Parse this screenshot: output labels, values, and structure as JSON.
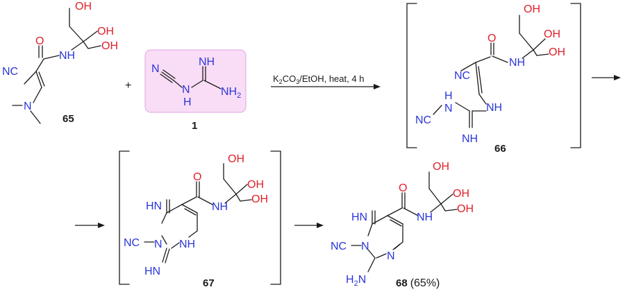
{
  "conditions": {
    "reagent": "K",
    "reagent_sub1": "2",
    "reagent_mid": "CO",
    "reagent_sub2": "3",
    "reagent_rest": "/EtOH, heat, 4 h"
  },
  "plus": "+",
  "atoms": {
    "OH": "OH",
    "NH": "NH",
    "NC": "NC",
    "N": "N",
    "H": "H",
    "NH2": "NH",
    "NH2_sub": "2",
    "H2N": "H",
    "H2N_sub": "2",
    "H2N_N": "N",
    "NCdash": "NC",
    "HN": "HN",
    "IMINE": "NH",
    "O": "O"
  },
  "compounds": {
    "c65": "65",
    "c1": "1",
    "c66": "66",
    "c67": "67",
    "c68": "68",
    "yield": "(65%)"
  },
  "colors": {
    "oxygen": "#e0202a",
    "nitrogen": "#2b36d9",
    "highlight_fill": "#f9dcf6",
    "highlight_stroke": "#e3b2ea"
  }
}
